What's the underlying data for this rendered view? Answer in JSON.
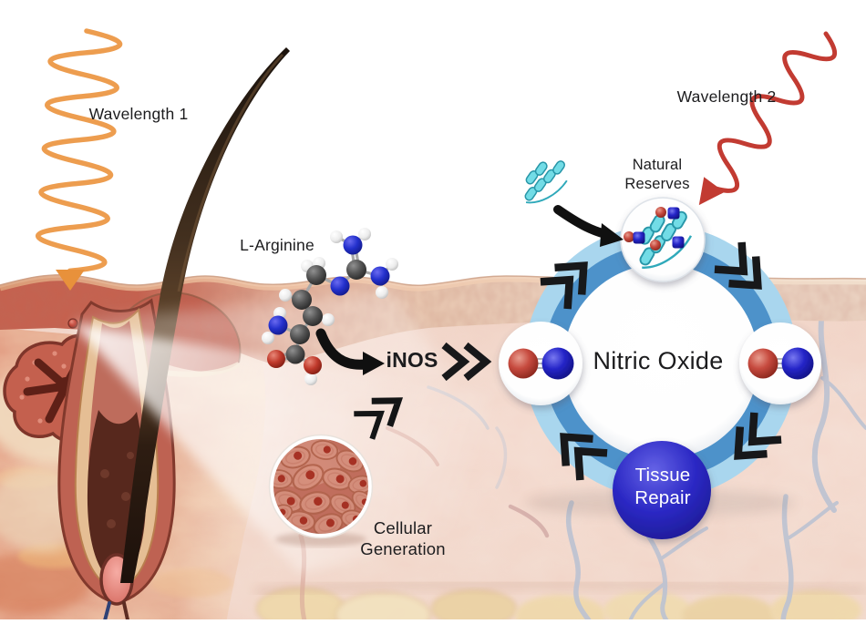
{
  "labels": {
    "wavelength1": "Wavelength 1",
    "wavelength2": "Wavelength 2",
    "l_arginine": "L-Arginine",
    "inos": "iNOS",
    "nitric_oxide": "Nitric Oxide",
    "natural_reserves": [
      "Natural",
      "Reserves"
    ],
    "tissue_repair": [
      "Tissue",
      "Repair"
    ],
    "cellular_generation": [
      "Cellular",
      "Generation"
    ]
  },
  "cycle": {
    "rotation": "clockwise",
    "chevron_count": 4
  },
  "icons": {
    "wavelength1_wave_icon": "orange sine-wave arrow pointing down into skin",
    "wavelength2_wave_icon": "red sine-wave arrow pointing down-left into reserves",
    "arrow_larginine_to_inos_icon": "thick black curved arrow",
    "arrow_protein_to_reserves_icon": "thick black curved arrow",
    "double_chevron_right_icon": "two black chevrons pointing right",
    "double_chevron_up_icon": "two black chevrons pointing up-right",
    "cycle_chevron_icon": "black double chevron on blue ring",
    "no_molecule_icon": "red and blue bonded spheres",
    "protein_icon": "cyan ribbon protein",
    "tissue_repair_sphere_icon": "glossy blue sphere",
    "cell_cluster_icon": "circular inset of pink cells",
    "hair_follicle_icon": "skin cross-section with hair follicle and sebaceous gland"
  },
  "colors": {
    "wavelength1_orange": "#ED9D4F",
    "wavelength1_arrowhead": "#E8913B",
    "wavelength2_red": "#C23B32",
    "ring_light_blue": "#A9D6EE",
    "ring_dark_blue": "#4D92CA",
    "tissue_repair_blue": "#2B28C4",
    "no_red": "#C0453C",
    "no_blue": "#2222C2",
    "protein_cyan": "#72DCE6",
    "arrow_black": "#101010",
    "text_black": "#1C1C1E",
    "skin_pale": "#F3DCD1",
    "epidermis_red": "#C6614E"
  }
}
